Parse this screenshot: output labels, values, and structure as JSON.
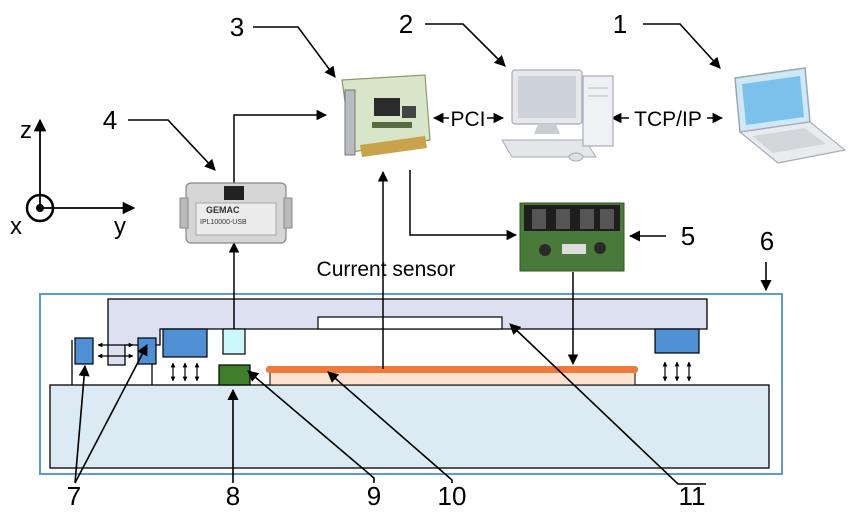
{
  "numbers": {
    "n1": "1",
    "n2": "2",
    "n3": "3",
    "n4": "4",
    "n5": "5",
    "n6": "6",
    "n7": "7",
    "n8": "8",
    "n9": "9",
    "n10": "10",
    "n11": "11"
  },
  "labels": {
    "pci": "PCI",
    "tcpip": "TCP/IP",
    "current_sensor": "Current sensor"
  },
  "axes": {
    "z": "z",
    "x": "x",
    "y": "y"
  },
  "device_text": {
    "brand": "GEMAC",
    "model": "IPL10000-USB"
  },
  "colors": {
    "frame": "#5b9bd5",
    "gantry": "#dde0f0",
    "base": "#dcebf3",
    "actuator": "#4f8fd4",
    "sensor_cyan": "#ccf8fb",
    "sensor_green": "#3f7f2a",
    "coil": "#f07a3a",
    "coil_base": "#fde2d0"
  }
}
